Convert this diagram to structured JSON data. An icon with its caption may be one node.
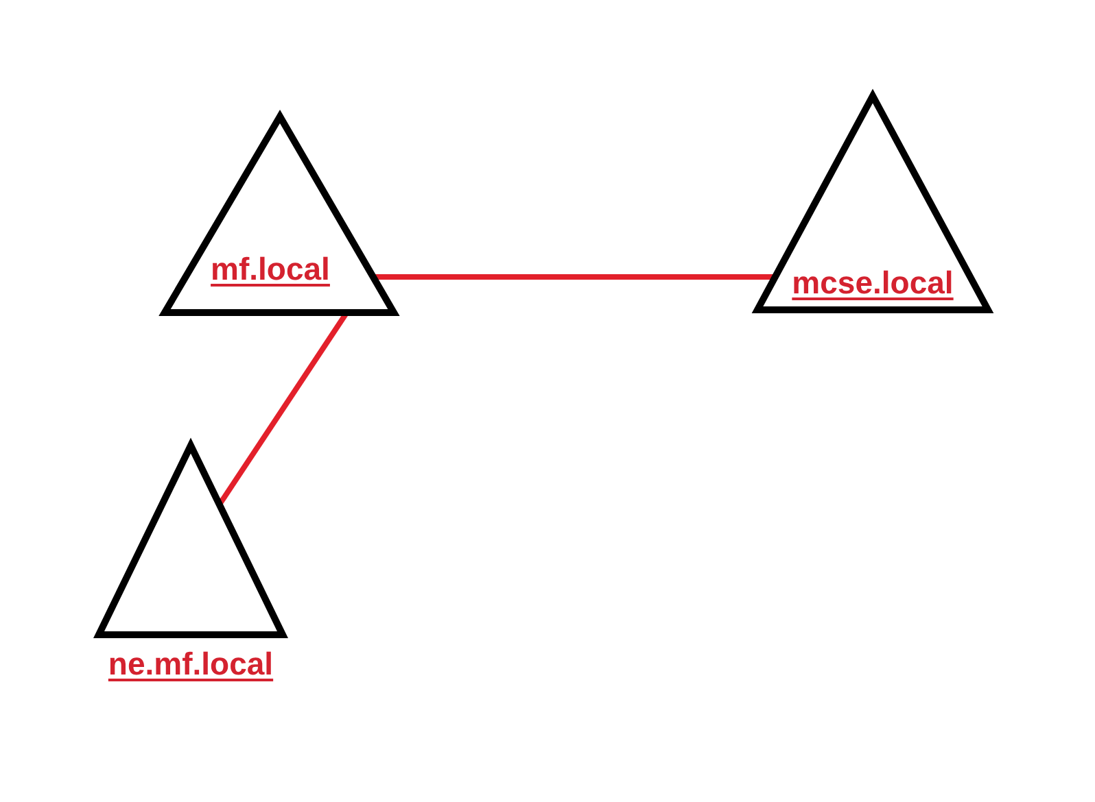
{
  "diagram": {
    "nodes": [
      {
        "text": [
          "mf.local"
        ]
      },
      {
        "text": [
          "mcse.local"
        ]
      },
      {
        "text": [
          "ne.mf.local"
        ]
      }
    ],
    "edges": [
      {
        "from": 0,
        "to": 1,
        "arrow": "none"
      },
      {
        "from": 0,
        "to": 2,
        "arrow": "none"
      }
    ]
  }
}
